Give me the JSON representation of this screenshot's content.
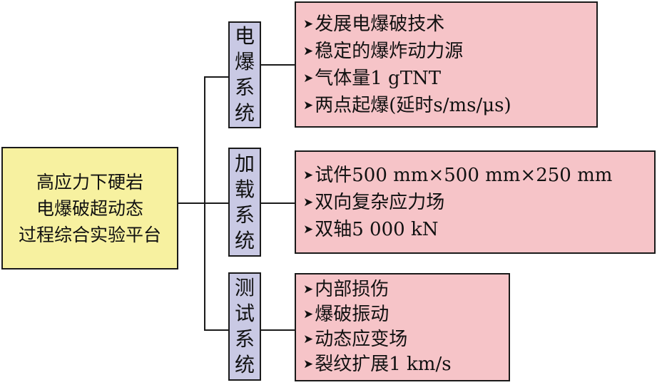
{
  "root": {
    "lines": [
      "高应力下硬岩",
      "电爆破超动态",
      "过程综合实验平台"
    ],
    "color": "#f7f1a0"
  },
  "systems": [
    {
      "chars": [
        "电",
        "爆",
        "系",
        "统"
      ],
      "items": [
        "发展电爆破技术",
        "稳定的爆炸动力源",
        "气体量1 gTNT",
        "两点起爆(延时s/ms/μs)"
      ]
    },
    {
      "chars": [
        "加",
        "载",
        "系",
        "统"
      ],
      "items": [
        "试件500 mm×500 mm×250 mm",
        "双向复杂应力场",
        "双轴5 000 kN"
      ]
    },
    {
      "chars": [
        "测",
        "试",
        "系",
        "统"
      ],
      "items": [
        "内部损伤",
        "爆破振动",
        "动态应变场",
        "裂纹扩展1 km/s"
      ]
    }
  ],
  "bullet_icon": "arrowhead-right-icon",
  "colors": {
    "system_box": "#c9c9e4",
    "detail_box": "#f6c4c8",
    "line": "#1a1a1a"
  }
}
